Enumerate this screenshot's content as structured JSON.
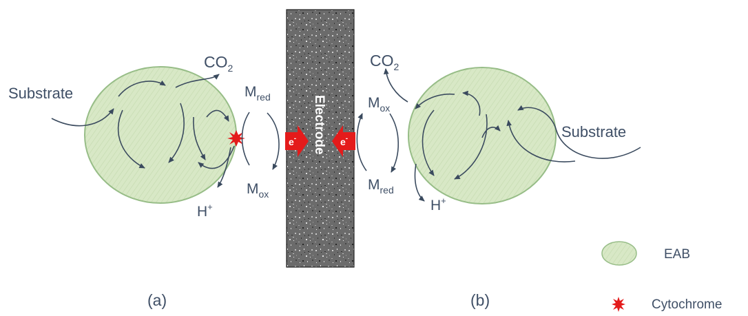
{
  "colors": {
    "cell_fill": "#d8e8c6",
    "cell_stroke": "#97bd87",
    "label": "#3f4f66",
    "arrow": "#3a4a5e",
    "electrode": "#6a6a6a",
    "electron": "#e41b1b",
    "cytochrome": "#e41b1b"
  },
  "panel_a": {
    "substrate": "Substrate",
    "co2": {
      "base": "CO",
      "sub": "2"
    },
    "hplus": {
      "base": "H",
      "sup": "+"
    },
    "m_red": {
      "base": "M",
      "sub": "red"
    },
    "m_ox": {
      "base": "M",
      "sub": "ox"
    },
    "caption": "(a)"
  },
  "panel_b": {
    "substrate": "Substrate",
    "co2": {
      "base": "CO",
      "sub": "2"
    },
    "hplus": {
      "base": "H",
      "sup": "+"
    },
    "m_red": {
      "base": "M",
      "sub": "red"
    },
    "m_ox": {
      "base": "M",
      "sub": "ox"
    },
    "caption": "(b)"
  },
  "electrode": {
    "label": "Electrode"
  },
  "electron": {
    "base": "e",
    "sup": "-"
  },
  "legend": {
    "eab": "EAB",
    "cytochrome": "Cytochrome"
  }
}
